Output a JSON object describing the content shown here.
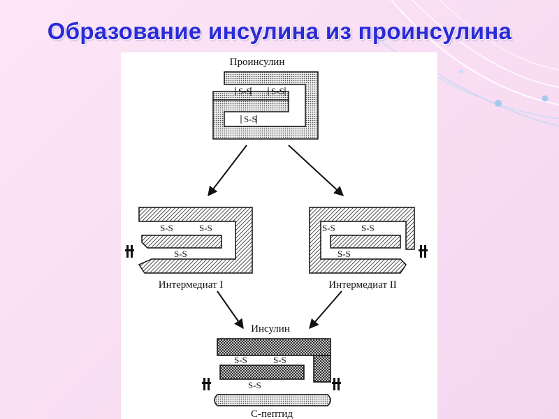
{
  "slide": {
    "title": "Образование инсулина из проинсулина"
  },
  "diagram": {
    "labels": {
      "proinsulin": "Проинсулин",
      "intermediate_1": "Интермедиат I",
      "intermediate_2": "Интермедиат II",
      "insulin": "Инсулин",
      "c_peptide": "С-пептид"
    },
    "bond_label": "S-S"
  },
  "colors": {
    "title": "#2b2bd6",
    "background": "#fde6f7",
    "accent": "#9fc8f0"
  }
}
